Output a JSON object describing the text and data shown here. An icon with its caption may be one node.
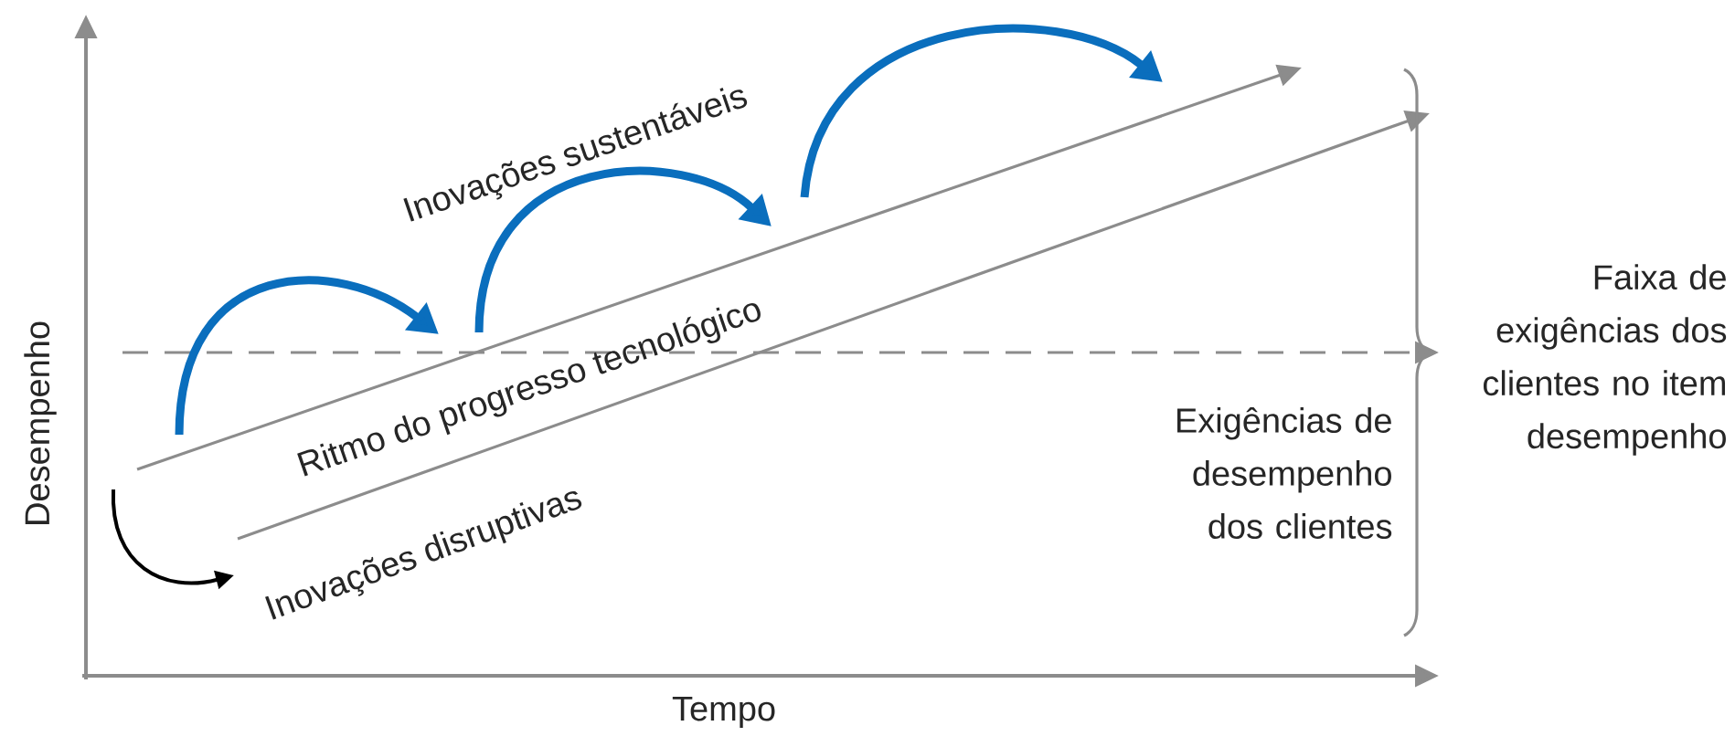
{
  "diagram": {
    "labels": [
      "Inovações sustentáveis",
      "Ritmo do progresso tecnológico",
      "Faixa de exigências dos clientes no item desempenho",
      "Exigências de desempenho dos clientes",
      "Desempenho",
      "Inovações disruptivas",
      "Tempo"
    ]
  }
}
